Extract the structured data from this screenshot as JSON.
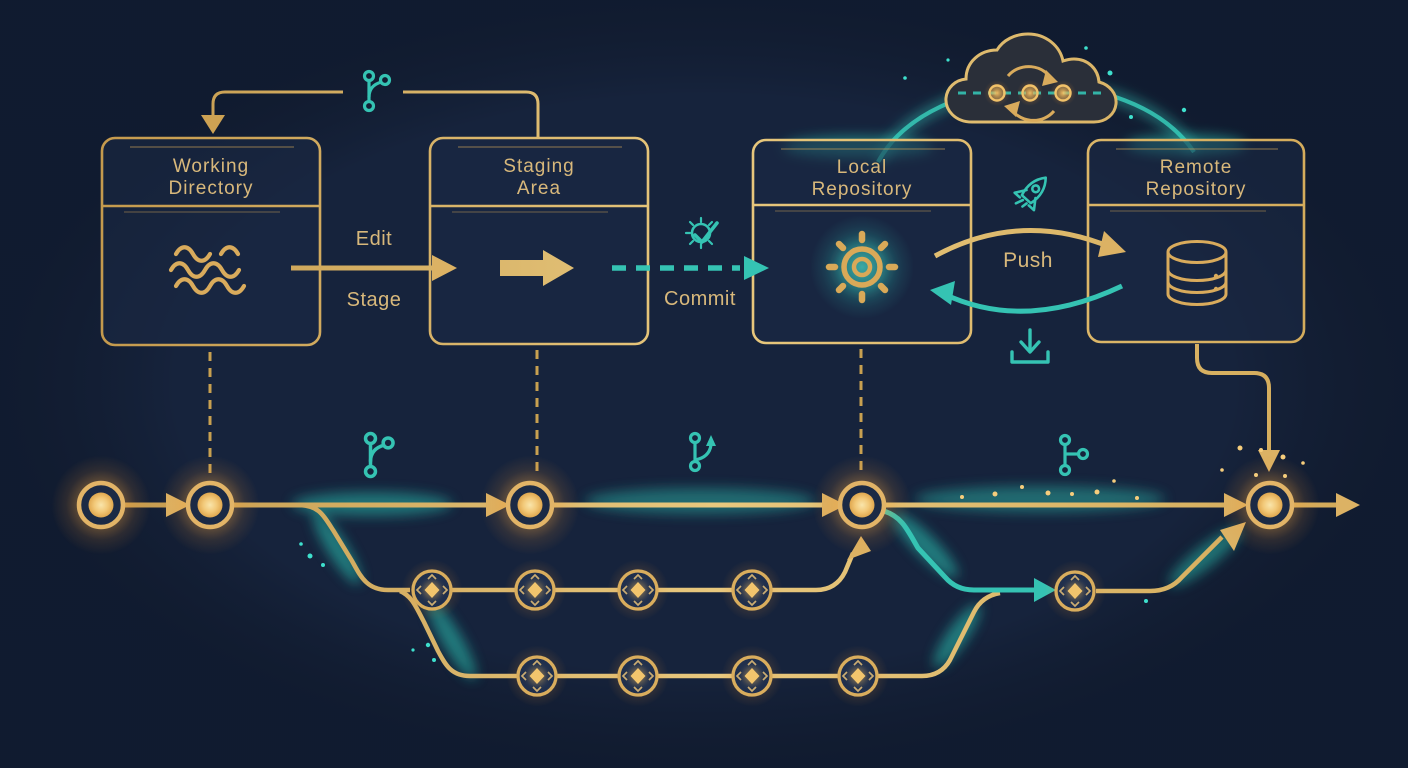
{
  "colors": {
    "background": "#16233c",
    "gold": "#d5a958",
    "gold_light": "#f0cd85",
    "teal": "#35c3b3",
    "text_gold": "#d8b87b",
    "node_glow": "#f7b545",
    "cloud_fill": "#2a2f39"
  },
  "workflow_boxes": [
    {
      "id": "working-directory",
      "title_line1": "Working",
      "title_line2": "Directory",
      "icon": "waves-icon"
    },
    {
      "id": "staging-area",
      "title_line1": "Staging",
      "title_line2": "Area",
      "icon": "arrow-right-icon"
    },
    {
      "id": "local-repository",
      "title_line1": "Local",
      "title_line2": "Repository",
      "icon": "gear-icon"
    },
    {
      "id": "remote-repository",
      "title_line1": "Remote",
      "title_line2": "Repository",
      "icon": "database-icon"
    }
  ],
  "arrow_labels": {
    "edit": "Edit",
    "stage": "Stage",
    "commit": "Commit",
    "push": "Push"
  },
  "icons": {
    "top_center": "git-branch-icon",
    "above_commit": "gear-check-icon",
    "above_push": "rocket-icon",
    "below_push": "download-tray-icon",
    "cloud": "cloud-sync-icon",
    "graph_left": "git-branch-icon",
    "graph_middle": "git-merge-icon",
    "graph_right": "git-branch-right-icon"
  },
  "git_graph": {
    "main_branch_commit_count": 5,
    "feature_branch_1_commit_count": 4,
    "feature_branch_2_commit_count": 4,
    "merge_node_count": 1,
    "rows": 3
  }
}
